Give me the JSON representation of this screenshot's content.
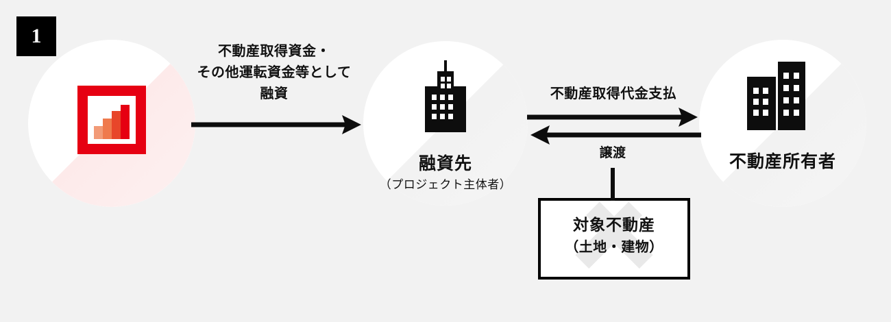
{
  "step": {
    "number": "1"
  },
  "background_color": "#f2f2f2",
  "accent_color": "#e60012",
  "nodes": [
    {
      "id": "lender",
      "icon_name": "bar-chart-icon",
      "caption_main": "",
      "caption_sub": ""
    },
    {
      "id": "borrower",
      "icon_name": "tower-building-icon",
      "caption_main": "融資先",
      "caption_sub": "（プロジェクト主体者）"
    },
    {
      "id": "property-owner",
      "icon_name": "two-buildings-icon",
      "caption_main": "不動産所有者",
      "caption_sub": ""
    }
  ],
  "edges": {
    "loan_label_line1": "不動産取得資金・",
    "loan_label_line2": "その他運転資金等として",
    "loan_label_line3": "融資",
    "payment_label": "不動産取得代金支払",
    "transfer_label": "譲渡"
  },
  "property_box": {
    "title": "対象不動産",
    "subtitle": "（土地・建物）"
  },
  "chart_icon": {
    "bars": [
      {
        "height_pct": 38,
        "color": "#f29b77"
      },
      {
        "height_pct": 60,
        "color": "#ef7a4d"
      },
      {
        "height_pct": 82,
        "color": "#e8462a"
      },
      {
        "height_pct": 100,
        "color": "#e60012"
      }
    ],
    "frame_color": "#e60012"
  }
}
